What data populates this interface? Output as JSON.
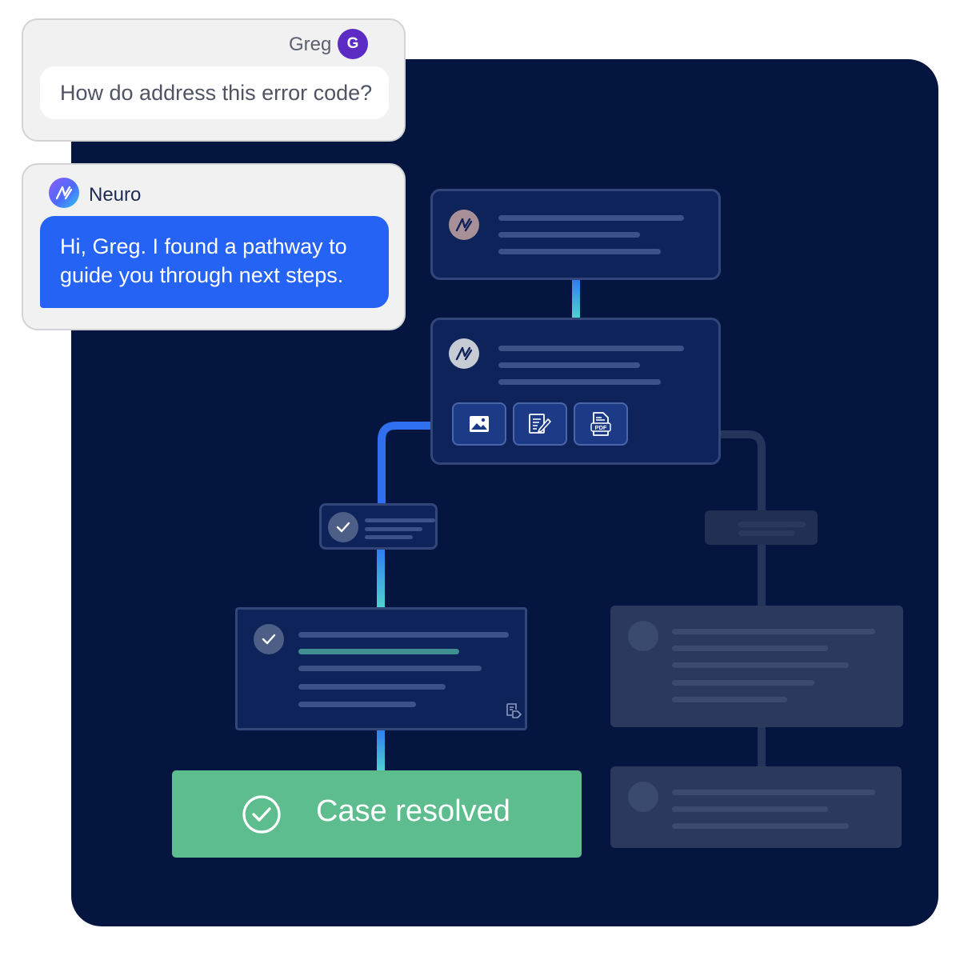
{
  "chat": {
    "user": {
      "name": "Greg",
      "avatar_initial": "G",
      "message": "How do address this error code?"
    },
    "bot": {
      "name": "Neuro",
      "message_line1": "Hi, Greg. I found a pathway to",
      "message_line2": "guide you through next steps."
    }
  },
  "flow": {
    "attachments": [
      {
        "icon": "image-icon"
      },
      {
        "icon": "edit-document-icon"
      },
      {
        "icon": "pdf-file-icon",
        "label": "PDF"
      }
    ],
    "resolved_label": "Case resolved"
  },
  "colors": {
    "canvas": "#04163f",
    "node": "#0d2359",
    "bot_bubble": "#2563f5",
    "user_avatar": "#5b2bc4",
    "resolved": "#5ebd8e"
  }
}
